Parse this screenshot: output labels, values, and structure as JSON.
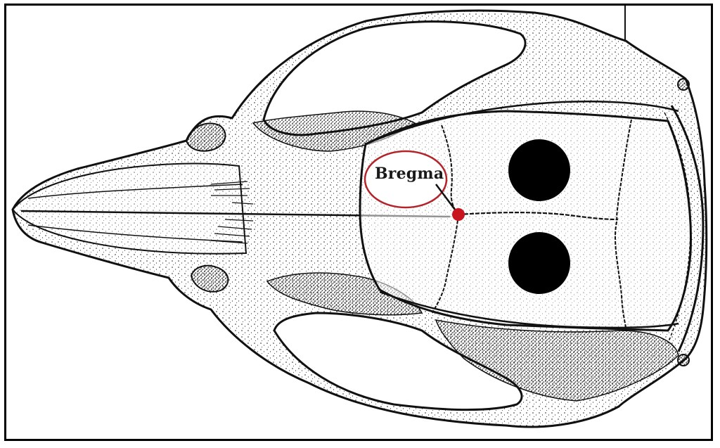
{
  "callout": {
    "label": "Bregma",
    "ellipse_color": "#b3242a",
    "marker_color": "#c8141e"
  },
  "drawing": {
    "ink_color": "#111111",
    "paper_color": "#ffffff",
    "shade_color": "#e9e6e2"
  },
  "markers": {
    "burr_holes": [
      {
        "name": "upper-hole",
        "color": "#000000"
      },
      {
        "name": "lower-hole",
        "color": "#000000"
      }
    ]
  }
}
